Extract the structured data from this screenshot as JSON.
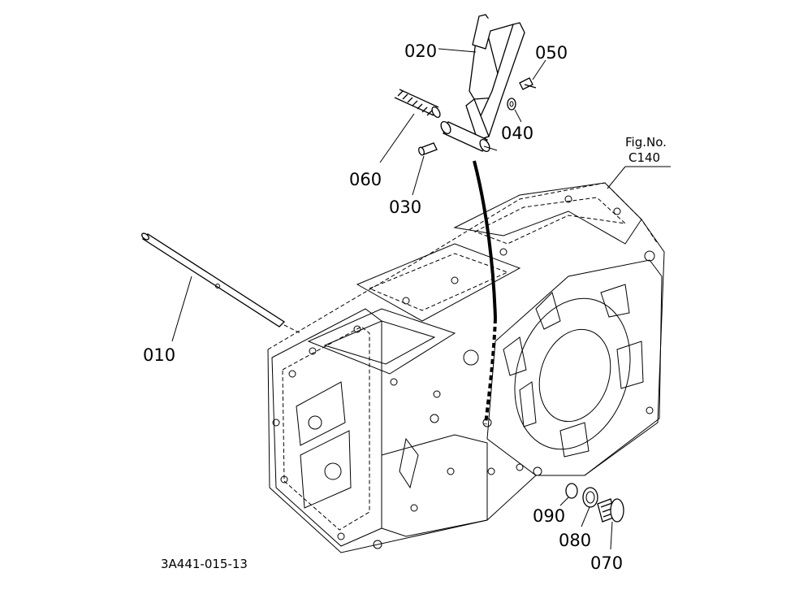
{
  "figure": {
    "fig_no_label": "Fig.No.",
    "fig_no_ref": "C140",
    "drawing_code": "3A441-015-13"
  },
  "parts": {
    "p010": "010",
    "p020": "020",
    "p030": "030",
    "p040": "040",
    "p050": "050",
    "p060": "060",
    "p070": "070",
    "p080": "080",
    "p090": "090"
  },
  "colors": {
    "line": "#000000",
    "background": "#ffffff"
  }
}
